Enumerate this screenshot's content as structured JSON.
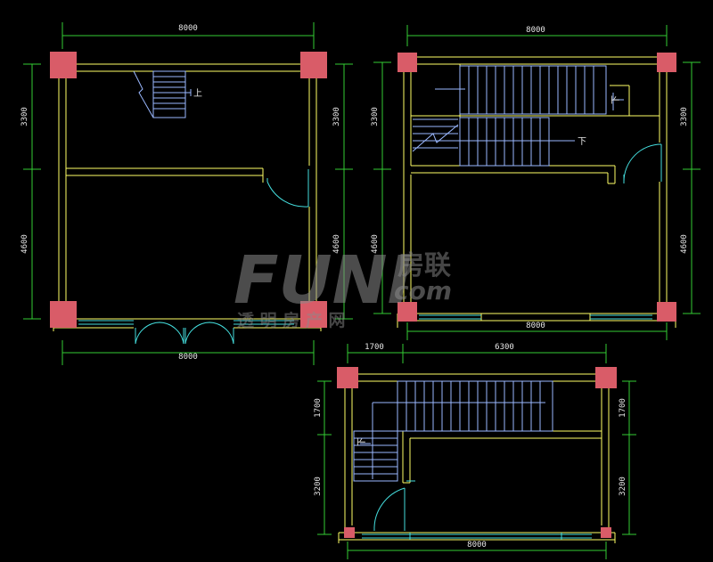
{
  "colors": {
    "background": "#000000",
    "dimension_line": "#33cc33",
    "wall_line": "#ffff66",
    "column_fill": "#d95c68",
    "stair_line": "#9ab8ff",
    "door_swing": "#44dddd",
    "window_line": "#44dddd",
    "text": "#e6e6e6"
  },
  "plan_left": {
    "dim_top": "8000",
    "dim_bottom": "8000",
    "dim_left_upper": "3300",
    "dim_left_lower": "4600",
    "dim_right_upper": "3300",
    "dim_right_lower": "4600",
    "stair_label": "上"
  },
  "plan_right": {
    "dim_top": "8000",
    "dim_bottom": "8000",
    "dim_left_upper": "3300",
    "dim_left_lower": "4600",
    "dim_right_upper": "3300",
    "dim_right_lower": "4600",
    "stair_label_down": "下",
    "stair_label_down_2": "下"
  },
  "plan_bottom": {
    "dim_top_left": "1700",
    "dim_top_right": "6300",
    "dim_bottom": "8000",
    "dim_left_upper": "1700",
    "dim_left_lower": "3200",
    "dim_right_upper": "1700",
    "dim_right_lower": "3200",
    "stair_label_down": "下"
  },
  "watermark": {
    "brand": "FUNI",
    "cn_brand": "房联",
    "domain": "com",
    "tagline": "透 明 房 产 网"
  }
}
